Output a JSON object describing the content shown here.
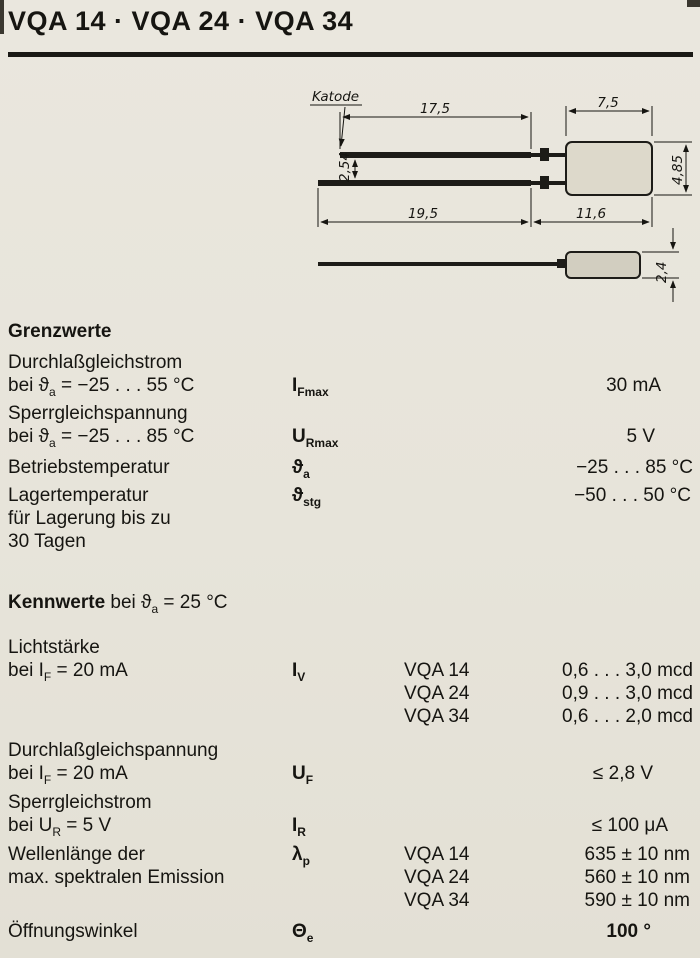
{
  "page": {
    "title": "VQA 14 · VQA 24 · VQA 34"
  },
  "drawing": {
    "katode": "Katode",
    "d17_5": "17,5",
    "d7_5": "7,5",
    "d2_54": "2,54",
    "d4_85": "4,85",
    "d19_5": "19,5",
    "d11_6": "11,6",
    "d2_4": "2,4"
  },
  "grenzwerte": {
    "heading": "Grenzwerte",
    "r1": {
      "name": "Durchlaßgleichstrom",
      "cond_pre": "bei ϑ",
      "cond_sub": "a",
      "cond_post": " = −25 . . . 55 °C",
      "sym": "I",
      "sym_sub": "Fmax",
      "value": "30 mA"
    },
    "r2": {
      "name": "Sperrgleichspannung",
      "cond_pre": "bei ϑ",
      "cond_sub": "a",
      "cond_post": " = −25 . . . 85 °C",
      "sym": "U",
      "sym_sub": "Rmax",
      "value": "5 V"
    },
    "r3": {
      "name": "Betriebstemperatur",
      "sym": "ϑ",
      "sym_sub": "a",
      "value": "−25 . . . 85 °C"
    },
    "r4": {
      "name": "Lagertemperatur",
      "line2": "für Lagerung bis zu",
      "line3": "30 Tagen",
      "sym": "ϑ",
      "sym_sub": "stg",
      "value": "−50 . . . 50 °C"
    }
  },
  "kennwerte": {
    "heading_bold": "Kennwerte",
    "heading_pre": " bei ϑ",
    "heading_sub": "a",
    "heading_post": " = 25 °C",
    "k1": {
      "name": "Lichtstärke",
      "cond_pre": "bei I",
      "cond_sub": "F",
      "cond_post": " = 20 mA",
      "sym": "I",
      "sym_sub": "V",
      "types": [
        "VQA 14",
        "VQA 24",
        "VQA 34"
      ],
      "values": [
        "0,6 . . . 3,0 mcd",
        "0,9 . . . 3,0 mcd",
        "0,6 . . . 2,0 mcd"
      ]
    },
    "k2": {
      "name": "Durchlaßgleichspannung",
      "cond_pre": "bei I",
      "cond_sub": "F",
      "cond_post": " = 20 mA",
      "sym": "U",
      "sym_sub": "F",
      "value": "≤ 2,8 V"
    },
    "k3": {
      "name": "Sperrgleichstrom",
      "cond_pre": "bei U",
      "cond_sub": "R",
      "cond_post": " = 5 V",
      "sym": "I",
      "sym_sub": "R",
      "value": "≤ 100 μA"
    },
    "k4": {
      "name_line1": "Wellenlänge der",
      "name_line2": "max. spektralen Emission",
      "sym": "λ",
      "sym_sub": "p",
      "types": [
        "VQA 14",
        "VQA 24",
        "VQA 34"
      ],
      "values": [
        "635 ± 10 nm",
        "560 ± 10 nm",
        "590 ± 10 nm"
      ]
    },
    "k5": {
      "name": "Öffnungswinkel",
      "sym": "Θ",
      "sym_sub": "e",
      "value": "100 °"
    }
  }
}
